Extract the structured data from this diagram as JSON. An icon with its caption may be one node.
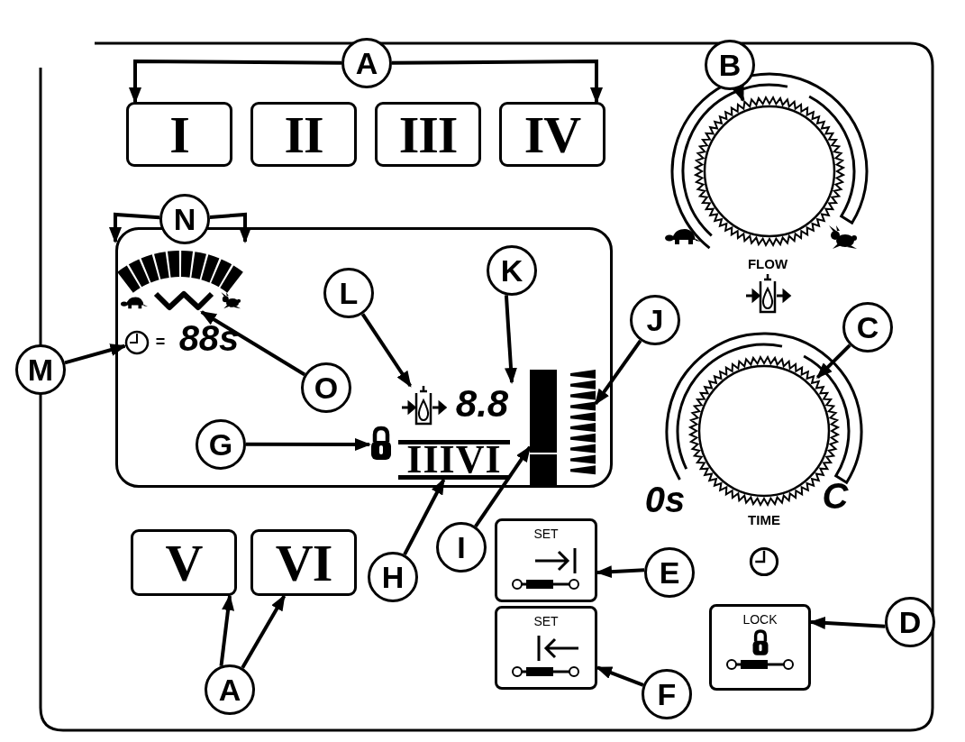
{
  "diagram": {
    "nodes": [
      {
        "text": [
          "A"
        ]
      },
      {
        "text": [
          "B"
        ]
      },
      {
        "text": [
          "I"
        ]
      },
      {
        "text": [
          "II"
        ]
      },
      {
        "text": [
          "III"
        ]
      },
      {
        "text": [
          "IV"
        ]
      },
      {
        "text": [],
        "shape": "picture",
        "beside": [
          "FLOW"
        ]
      },
      {
        "text": [
          "N"
        ]
      },
      {
        "text": [],
        "shape": "box"
      },
      {
        "text": [],
        "shape": "picture",
        "in": 8
      },
      {
        "text": [],
        "shape": "picture",
        "in": 8
      },
      {
        "text": [],
        "shape": "picture",
        "in": 8
      },
      {
        "text": [],
        "shape": "picture",
        "in": 8
      },
      {
        "text": [
          "IIIVI"
        ],
        "in": 8
      },
      {
        "text": [
          "8.8"
        ],
        "in": 8
      },
      {
        "text": [],
        "shape": "picture",
        "in": 8
      },
      {
        "text": [],
        "shape": "bar",
        "in": 8
      },
      {
        "text": [],
        "shape": "picture",
        "in": 8
      },
      {
        "text": [
          "M"
        ]
      },
      {
        "text": [
          "O"
        ],
        "in": 8
      },
      {
        "text": [
          "L"
        ],
        "in": 8
      },
      {
        "text": [
          "K"
        ],
        "in": 8
      },
      {
        "text": [
          "J"
        ]
      },
      {
        "text": [
          "G"
        ],
        "in": 8
      },
      {
        "text": [
          "C"
        ]
      },
      {
        "text": [],
        "shape": "picture",
        "beside": [
          "TIME"
        ]
      },
      {
        "text": [
          "H"
        ]
      },
      {
        "text": [
          "I"
        ]
      },
      {
        "text": [
          "V"
        ]
      },
      {
        "text": [
          "VI"
        ]
      },
      {
        "text": [
          "SET"
        ]
      },
      {
        "text": [
          "E"
        ]
      },
      {
        "text": [
          "SET"
        ]
      },
      {
        "text": [
          "F"
        ]
      },
      {
        "text": [
          "LOCK"
        ]
      },
      {
        "text": [
          "D"
        ]
      },
      {
        "text": [
          "A"
        ]
      }
    ],
    "edges": [
      {
        "from": 0,
        "to": 2,
        "arrow": "to"
      },
      {
        "from": 0,
        "to": 5,
        "arrow": "to"
      },
      {
        "from": 1,
        "to": 6,
        "arrow": "to"
      },
      {
        "from": 7,
        "to": 9,
        "arrow": "to"
      },
      {
        "from": 7,
        "to": 9,
        "arrow": "to"
      },
      {
        "from": 19,
        "to": 10,
        "arrow": "to"
      },
      {
        "from": 18,
        "to": 11,
        "arrow": "to"
      },
      {
        "from": 23,
        "to": 12,
        "arrow": "to"
      },
      {
        "from": 26,
        "to": 13,
        "arrow": "to"
      },
      {
        "from": 21,
        "to": 14,
        "arrow": "to"
      },
      {
        "from": 20,
        "to": 15,
        "arrow": "to"
      },
      {
        "from": 27,
        "to": 16,
        "arrow": "to"
      },
      {
        "from": 22,
        "to": 17,
        "arrow": "to"
      },
      {
        "from": 24,
        "to": 25,
        "arrow": "to"
      },
      {
        "from": 31,
        "to": 30,
        "arrow": "to"
      },
      {
        "from": 33,
        "to": 32,
        "arrow": "to"
      },
      {
        "from": 35,
        "to": 34,
        "arrow": "to"
      },
      {
        "from": 36,
        "to": 28,
        "arrow": "to"
      },
      {
        "from": 36,
        "to": 29,
        "arrow": "to"
      }
    ],
    "labels": [
      "=",
      "88s",
      "0s",
      "C"
    ]
  }
}
